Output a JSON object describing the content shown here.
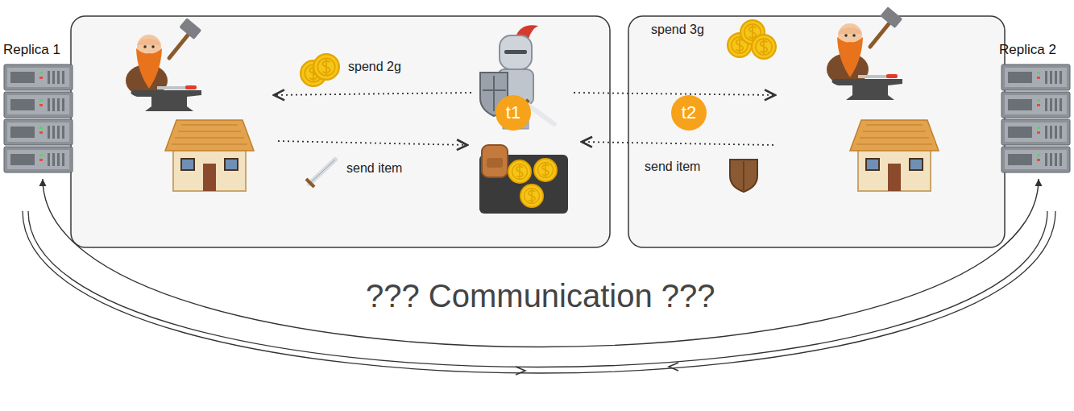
{
  "diagram": {
    "nodes": [
      {
        "text": [
          "Replica 1"
        ]
      },
      {
        "text": [
          "t1"
        ]
      },
      {
        "text": [
          "t2"
        ]
      },
      {
        "text": [
          "Replica 2"
        ]
      }
    ],
    "edges": [
      {
        "from": 0,
        "to": 3,
        "label": "??? Communication ???",
        "arrow": "both"
      }
    ],
    "labels": [
      "spend 2g",
      "send item",
      "spend 3g",
      "send item"
    ]
  }
}
